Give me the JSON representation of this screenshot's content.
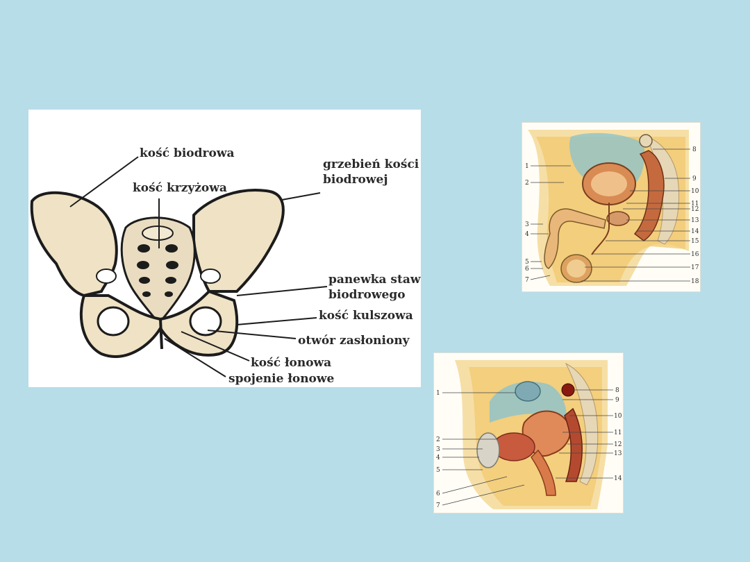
{
  "pelvis": {
    "labels": {
      "kosc_biodrowa": "kość biodrowa",
      "kosc_krzyzowa": "kość krzyżowa",
      "grzebien_1": "grzebień kości",
      "grzebien_2": "biodrowej",
      "panewka_1": "panewka stawu",
      "panewka_2": "biodrowego",
      "kosc_kulszowa": "kość kulszowa",
      "otwor": "otwór zasłoniony",
      "kosc_lonowa": "kość łonowa",
      "spojenie": "spojenie łonowe"
    }
  },
  "male": {
    "left_numbers": [
      "1",
      "2",
      "3",
      "4",
      "5",
      "6",
      "7"
    ],
    "right_numbers": [
      "8",
      "9",
      "10",
      "11",
      "12",
      "13",
      "14",
      "15",
      "16",
      "17",
      "18"
    ]
  },
  "female": {
    "left_numbers": [
      "1",
      "2",
      "3",
      "4",
      "5",
      "6",
      "7"
    ],
    "right_numbers": [
      "8",
      "9",
      "10",
      "11",
      "12",
      "13",
      "14"
    ]
  }
}
